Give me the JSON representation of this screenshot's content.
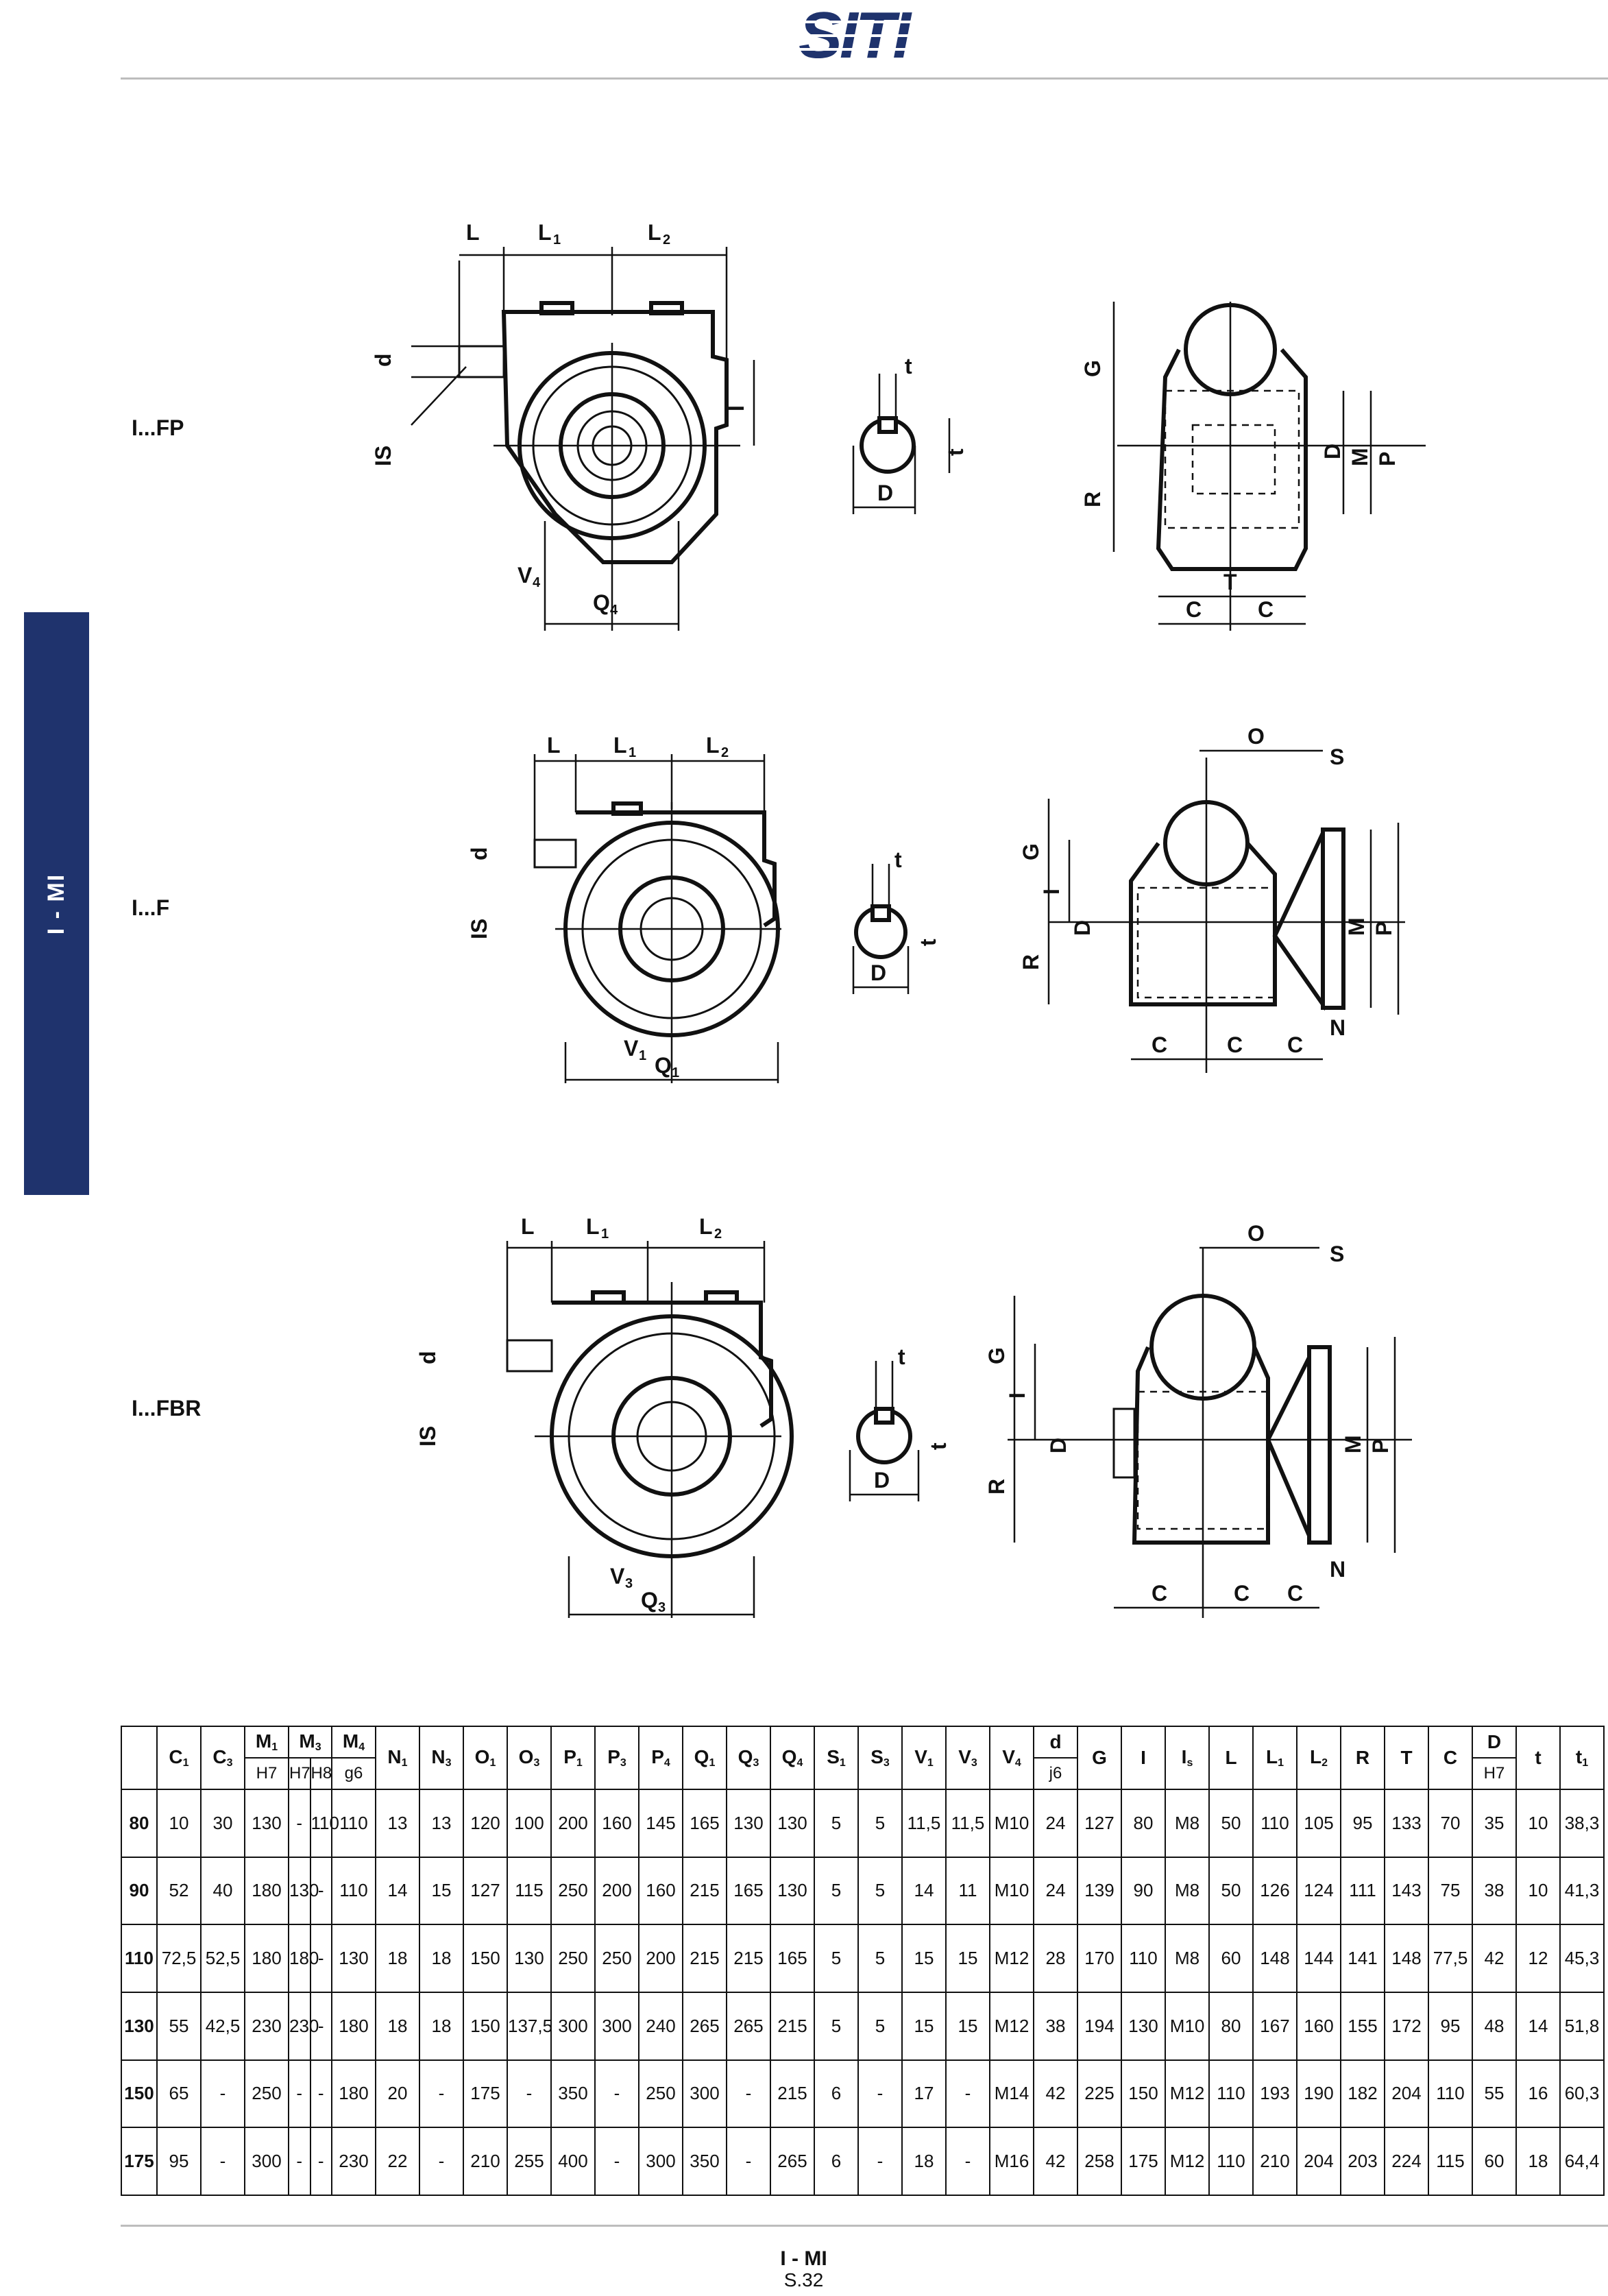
{
  "header": {
    "logo_text": "SITI",
    "logo_color": "#1f336d"
  },
  "side_tab": {
    "label": "I - MI",
    "color": "#1f336d"
  },
  "variants": [
    {
      "label": "I...FP"
    },
    {
      "label": "I...F"
    },
    {
      "label": "I...FBR"
    }
  ],
  "table": {
    "size_col_header": "",
    "columns": [
      {
        "sym": "C",
        "sub": "1",
        "tol": ""
      },
      {
        "sym": "C",
        "sub": "3",
        "tol": ""
      },
      {
        "sym": "M",
        "sub": "1",
        "tol": "H7"
      },
      {
        "sym": "M",
        "sub": "3",
        "tol": "H7"
      },
      {
        "sym": "",
        "sub": "",
        "tol": "H8"
      },
      {
        "sym": "M",
        "sub": "4",
        "tol": "g6"
      },
      {
        "sym": "N",
        "sub": "1",
        "tol": ""
      },
      {
        "sym": "N",
        "sub": "3",
        "tol": ""
      },
      {
        "sym": "O",
        "sub": "1",
        "tol": ""
      },
      {
        "sym": "O",
        "sub": "3",
        "tol": ""
      },
      {
        "sym": "P",
        "sub": "1",
        "tol": ""
      },
      {
        "sym": "P",
        "sub": "3",
        "tol": ""
      },
      {
        "sym": "P",
        "sub": "4",
        "tol": ""
      },
      {
        "sym": "Q",
        "sub": "1",
        "tol": ""
      },
      {
        "sym": "Q",
        "sub": "3",
        "tol": ""
      },
      {
        "sym": "Q",
        "sub": "4",
        "tol": ""
      },
      {
        "sym": "S",
        "sub": "1",
        "tol": ""
      },
      {
        "sym": "S",
        "sub": "3",
        "tol": ""
      },
      {
        "sym": "V",
        "sub": "1",
        "tol": ""
      },
      {
        "sym": "V",
        "sub": "3",
        "tol": ""
      },
      {
        "sym": "V",
        "sub": "4",
        "tol": ""
      },
      {
        "sym": "d",
        "sub": "",
        "tol": "j6"
      },
      {
        "sym": "G",
        "sub": "",
        "tol": ""
      },
      {
        "sym": "I",
        "sub": "",
        "tol": ""
      },
      {
        "sym": "I",
        "sub": "s",
        "tol": ""
      },
      {
        "sym": "L",
        "sub": "",
        "tol": ""
      },
      {
        "sym": "L",
        "sub": "1",
        "tol": ""
      },
      {
        "sym": "L",
        "sub": "2",
        "tol": ""
      },
      {
        "sym": "R",
        "sub": "",
        "tol": ""
      },
      {
        "sym": "T",
        "sub": "",
        "tol": ""
      },
      {
        "sym": "C",
        "sub": "",
        "tol": ""
      },
      {
        "sym": "D",
        "sub": "",
        "tol": "H7"
      },
      {
        "sym": "t",
        "sub": "",
        "tol": ""
      },
      {
        "sym": "t",
        "sub": "1",
        "tol": ""
      }
    ],
    "rows": [
      {
        "size": "80",
        "values": [
          "10",
          "30",
          "130",
          "-",
          "110",
          "110",
          "13",
          "13",
          "120",
          "100",
          "200",
          "160",
          "145",
          "165",
          "130",
          "130",
          "5",
          "5",
          "11,5",
          "11,5",
          "M10",
          "24",
          "127",
          "80",
          "M8",
          "50",
          "110",
          "105",
          "95",
          "133",
          "70",
          "35",
          "10",
          "38,3"
        ]
      },
      {
        "size": "90",
        "values": [
          "52",
          "40",
          "180",
          "130",
          "-",
          "110",
          "14",
          "15",
          "127",
          "115",
          "250",
          "200",
          "160",
          "215",
          "165",
          "130",
          "5",
          "5",
          "14",
          "11",
          "M10",
          "24",
          "139",
          "90",
          "M8",
          "50",
          "126",
          "124",
          "111",
          "143",
          "75",
          "38",
          "10",
          "41,3"
        ]
      },
      {
        "size": "110",
        "values": [
          "72,5",
          "52,5",
          "180",
          "180",
          "-",
          "130",
          "18",
          "18",
          "150",
          "130",
          "250",
          "250",
          "200",
          "215",
          "215",
          "165",
          "5",
          "5",
          "15",
          "15",
          "M12",
          "28",
          "170",
          "110",
          "M8",
          "60",
          "148",
          "144",
          "141",
          "148",
          "77,5",
          "42",
          "12",
          "45,3"
        ]
      },
      {
        "size": "130",
        "values": [
          "55",
          "42,5",
          "230",
          "230",
          "-",
          "180",
          "18",
          "18",
          "150",
          "137,5",
          "300",
          "300",
          "240",
          "265",
          "265",
          "215",
          "5",
          "5",
          "15",
          "15",
          "M12",
          "38",
          "194",
          "130",
          "M10",
          "80",
          "167",
          "160",
          "155",
          "172",
          "95",
          "48",
          "14",
          "51,8"
        ]
      },
      {
        "size": "150",
        "values": [
          "65",
          "-",
          "250",
          "-",
          "-",
          "180",
          "20",
          "-",
          "175",
          "-",
          "350",
          "-",
          "250",
          "300",
          "-",
          "215",
          "6",
          "-",
          "17",
          "-",
          "M14",
          "42",
          "225",
          "150",
          "M12",
          "110",
          "193",
          "190",
          "182",
          "204",
          "110",
          "55",
          "16",
          "60,3"
        ]
      },
      {
        "size": "175",
        "values": [
          "95",
          "-",
          "300",
          "-",
          "-",
          "230",
          "22",
          "-",
          "210",
          "255",
          "400",
          "-",
          "300",
          "350",
          "-",
          "265",
          "6",
          "-",
          "18",
          "-",
          "M16",
          "42",
          "258",
          "175",
          "M12",
          "110",
          "210",
          "204",
          "203",
          "224",
          "115",
          "60",
          "18",
          "64,4"
        ]
      }
    ]
  },
  "footer": {
    "title": "I - MI",
    "page": "S.32"
  }
}
